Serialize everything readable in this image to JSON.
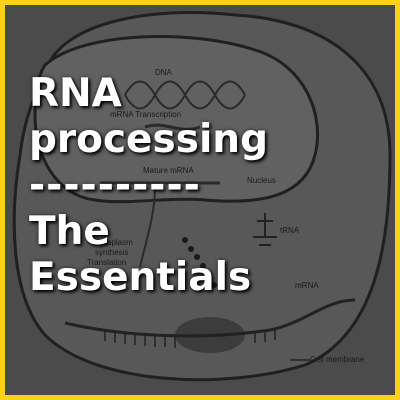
{
  "colors": {
    "border": "#fcd116",
    "background": "#4b4b4b",
    "title_text": "#ffffff"
  },
  "title_lines": [
    "RNA",
    "processing",
    "----------",
    "The",
    "Essentials"
  ],
  "diagram": {
    "dna": "DNA",
    "transcription": "mRNA Transcription",
    "mature_mrna": "Mature mRNA",
    "nucleus": "Nucleus",
    "cytoplasm": "Cytoplasm",
    "synthesis": "synthesis",
    "translation": "Translation",
    "trna": "tRNA",
    "mrna": "mRNA",
    "cell_membrane": "Cell membrane"
  }
}
